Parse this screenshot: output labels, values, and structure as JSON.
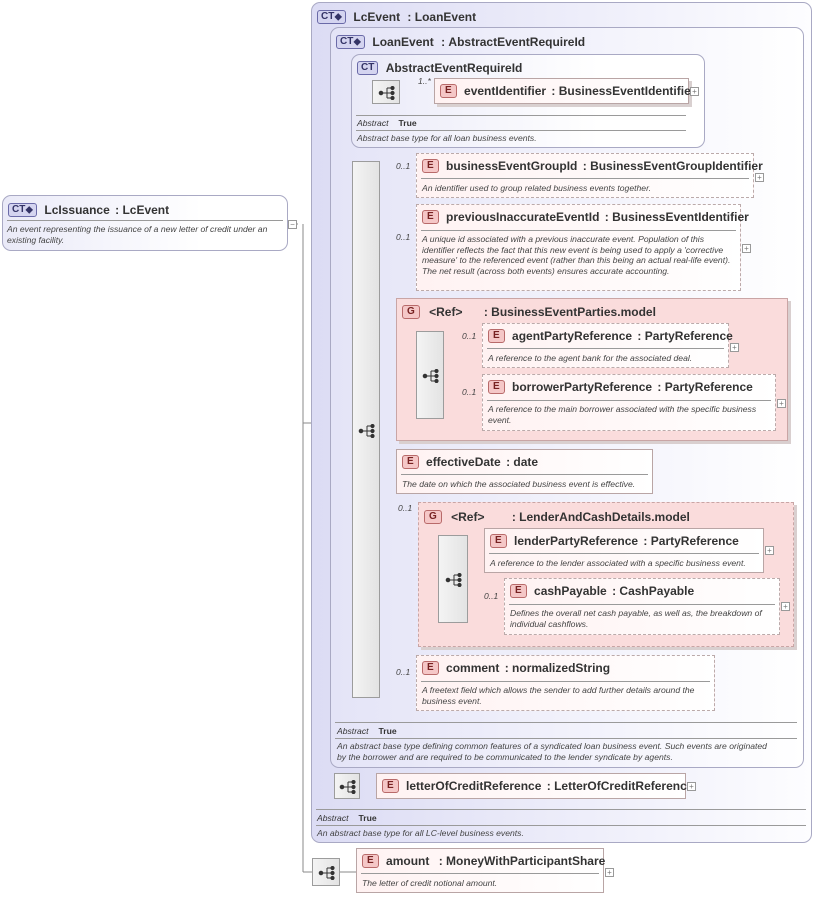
{
  "root": {
    "badge": "CT",
    "name": "LcIssuance",
    "type": "LcEvent",
    "description": "An event representing the issuance of a new letter of credit under an existing facility."
  },
  "lcEvent": {
    "badge": "CT",
    "name": "LcEvent",
    "type": "LoanEvent",
    "abstract_label": "Abstract",
    "abstract_value": "True",
    "description": "An abstract base type for all LC-level business events."
  },
  "loanEvent": {
    "badge": "CT",
    "name": "LoanEvent",
    "type": "AbstractEventRequireId",
    "abstract_label": "Abstract",
    "abstract_value": "True",
    "description": "An abstract base type defining common features of a syndicated loan business event. Such events are originated by the borrower and are required to be communicated to the lender syndicate by agents."
  },
  "abstractEventRequireId": {
    "badge": "CT",
    "name": "AbstractEventRequireId",
    "abstract_label": "Abstract",
    "abstract_value": "True",
    "description": "Abstract base type for all loan business events."
  },
  "elements": {
    "eventIdentifier": {
      "badge": "E",
      "name": "eventIdentifier",
      "type": "BusinessEventIdentifier",
      "card": "1..*"
    },
    "businessEventGroupId": {
      "badge": "E",
      "name": "businessEventGroupId",
      "type": "BusinessEventGroupIdentifier",
      "card": "0..1",
      "description": "An identifier used to group related business events together."
    },
    "previousInaccurateEventId": {
      "badge": "E",
      "name": "previousInaccurateEventId",
      "type": "BusinessEventIdentifier",
      "card": "0..1",
      "description": "A unique id associated with a previous inaccurate event. Population of this identifier reflects the fact that this new event is being used to apply a 'corrective measure' to the referenced event (rather than this being an actual real-life event). The net result (across both events) ensures accurate accounting."
    },
    "agentPartyReference": {
      "badge": "E",
      "name": "agentPartyReference",
      "type": "PartyReference",
      "card": "0..1",
      "description": "A reference to the agent bank for the associated deal."
    },
    "borrowerPartyReference": {
      "badge": "E",
      "name": "borrowerPartyReference",
      "type": "PartyReference",
      "card": "0..1",
      "description": "A reference to the main borrower associated with the specific business event."
    },
    "effectiveDate": {
      "badge": "E",
      "name": "effectiveDate",
      "type": "date",
      "description": "The date on which the associated business event is effective."
    },
    "lenderPartyReference": {
      "badge": "E",
      "name": "lenderPartyReference",
      "type": "PartyReference",
      "description": "A reference to the lender associated with a specific business event."
    },
    "cashPayable": {
      "badge": "E",
      "name": "cashPayable",
      "type": "CashPayable",
      "card": "0..1",
      "description": "Defines the overall net cash payable, as well as, the breakdown of individual cashflows."
    },
    "comment": {
      "badge": "E",
      "name": "comment",
      "type": "normalizedString",
      "card": "0..1",
      "description": "A freetext field which allows the sender to add further details around the business event."
    },
    "letterOfCreditReference": {
      "badge": "E",
      "name": "letterOfCreditReference",
      "type": "LetterOfCreditReference"
    },
    "amount": {
      "badge": "E",
      "name": "amount",
      "type": "MoneyWithParticipantShare",
      "description": "The letter of credit notional amount."
    }
  },
  "groups": {
    "parties": {
      "badge": "G",
      "ref": "<Ref>",
      "name": "BusinessEventParties.model"
    },
    "lenderCash": {
      "badge": "G",
      "ref": "<Ref>",
      "name": "LenderAndCashDetails.model",
      "card": "0..1"
    }
  },
  "symbols": {
    "colon": ":",
    "expand": "+",
    "collapse": "−"
  }
}
